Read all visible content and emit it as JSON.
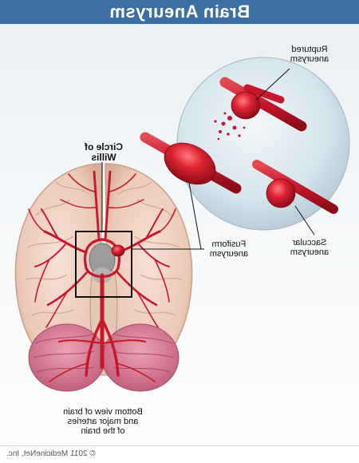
{
  "title": "Brain Aneurysm",
  "labels": {
    "ruptured": [
      "Ruptured",
      "aneurysm"
    ],
    "circle_of_willis": [
      "Circle of",
      "Willis"
    ],
    "fusiform": [
      "Fusiform",
      "aneurysm"
    ],
    "saccular": [
      "Saccular",
      "aneurysm"
    ],
    "bottom_view": [
      "Bottom view of brain",
      "and major arteries",
      "of the brain"
    ]
  },
  "copyright": "© 2011 MedicineNet, Inc.",
  "colors": {
    "title_bar": "#3d6fa3",
    "artery": "#c8162a",
    "aneurysm": "#d71f2e",
    "brain": "#eccfc1",
    "cerebellum": "#d77a93",
    "inset_bg": "#cfdfe9"
  }
}
